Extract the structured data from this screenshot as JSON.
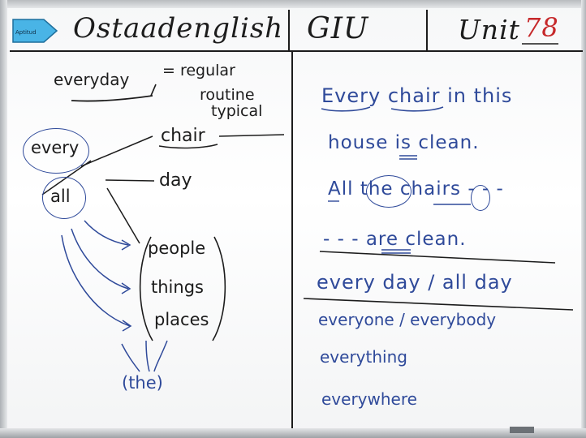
{
  "header": {
    "brand": "Ostaadenglish",
    "title": "GIU",
    "unit_label": "Unit",
    "unit_number": "78",
    "tab_text": "Aptitud"
  },
  "left_panel": {
    "everyday": "everyday",
    "synonyms_eq": "= regular",
    "syn2": "routine",
    "syn3": "typical",
    "every": "every",
    "all": "all",
    "chair": "chair",
    "day": "day",
    "people": "people",
    "things": "things",
    "places": "places",
    "the": "(the)"
  },
  "right_panel": {
    "sentence1_line1": "Every chair in this",
    "sentence1_line2": "house is clean.",
    "sentence2_line1": "All the chairs - - -",
    "sentence2_line2": "- - - are clean.",
    "every_day_all_day": "every day / all day",
    "everyone": "everyone / everybody",
    "everything": "everything",
    "everywhere": "everywhere"
  },
  "colors": {
    "marker_black": "#1c1c1c",
    "marker_blue": "#2f4a9a",
    "marker_red": "#c6282a",
    "tab_blue": "#49b4e6"
  }
}
